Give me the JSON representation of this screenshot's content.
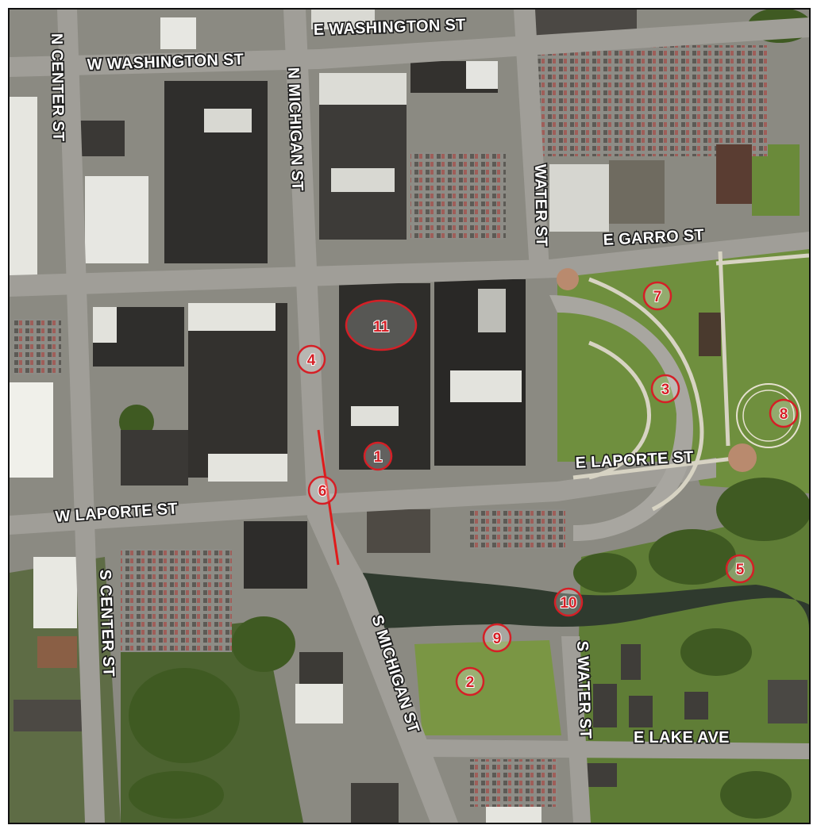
{
  "streets": {
    "w_washington": "W WASHINGTON ST",
    "e_washington": "E WASHINGTON ST",
    "n_center": "N CENTER ST",
    "n_michigan": "N MICHIGAN ST",
    "water": "WATER ST",
    "e_garro": "E GARRO ST",
    "e_laporte": "E LAPORTE ST",
    "w_laporte": "W LAPORTE ST",
    "s_center": "S CENTER ST",
    "s_michigan": "S MICHIGAN ST",
    "s_water": "S WATER ST",
    "e_lake": "E LAKE AVE"
  },
  "markers": [
    {
      "label": "1"
    },
    {
      "label": "2"
    },
    {
      "label": "3"
    },
    {
      "label": "4"
    },
    {
      "label": "5"
    },
    {
      "label": "6"
    },
    {
      "label": "7"
    },
    {
      "label": "8"
    },
    {
      "label": "9"
    },
    {
      "label": "10"
    },
    {
      "label": "11"
    }
  ],
  "colors": {
    "marker": "#d51f26",
    "road": "#9c9a94",
    "grass": "#6f8f3e",
    "trees": "#3f5a22",
    "water": "#2f3a2e"
  }
}
